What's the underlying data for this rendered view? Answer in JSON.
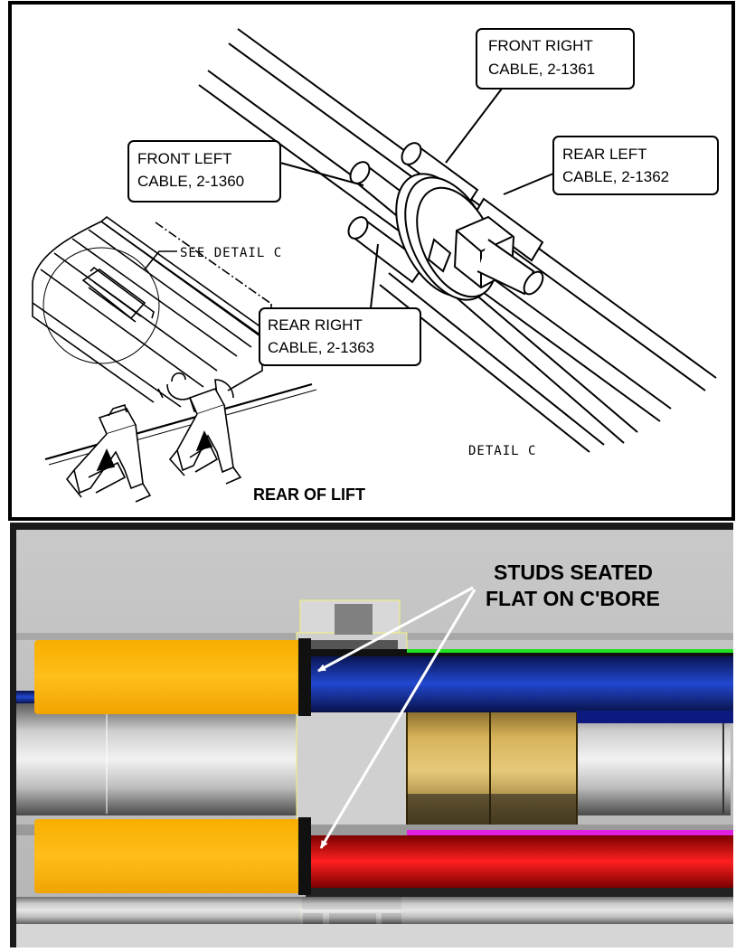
{
  "top_panel": {
    "callouts": {
      "front_right": {
        "line1": "FRONT RIGHT",
        "line2": "CABLE, 2-1361"
      },
      "front_left": {
        "line1": "FRONT LEFT",
        "line2": "CABLE, 2-1360"
      },
      "rear_left": {
        "line1": "REAR LEFT",
        "line2": "CABLE, 2-1362"
      },
      "rear_right": {
        "line1": "REAR RIGHT",
        "line2": "CABLE, 2-1363"
      }
    },
    "see_detail": "SEE DETAIL  C",
    "detail_label": "DETAIL  C",
    "caption": "REAR OF LIFT"
  },
  "bottom_panel": {
    "annotation_line1": "STUDS SEATED",
    "annotation_line2": "FLAT ON C'BORE",
    "colors": {
      "stud": "#f9b400",
      "cable_blue": "#1530a8",
      "cable_red": "#e01010",
      "fitting": "#c9a24a"
    }
  }
}
